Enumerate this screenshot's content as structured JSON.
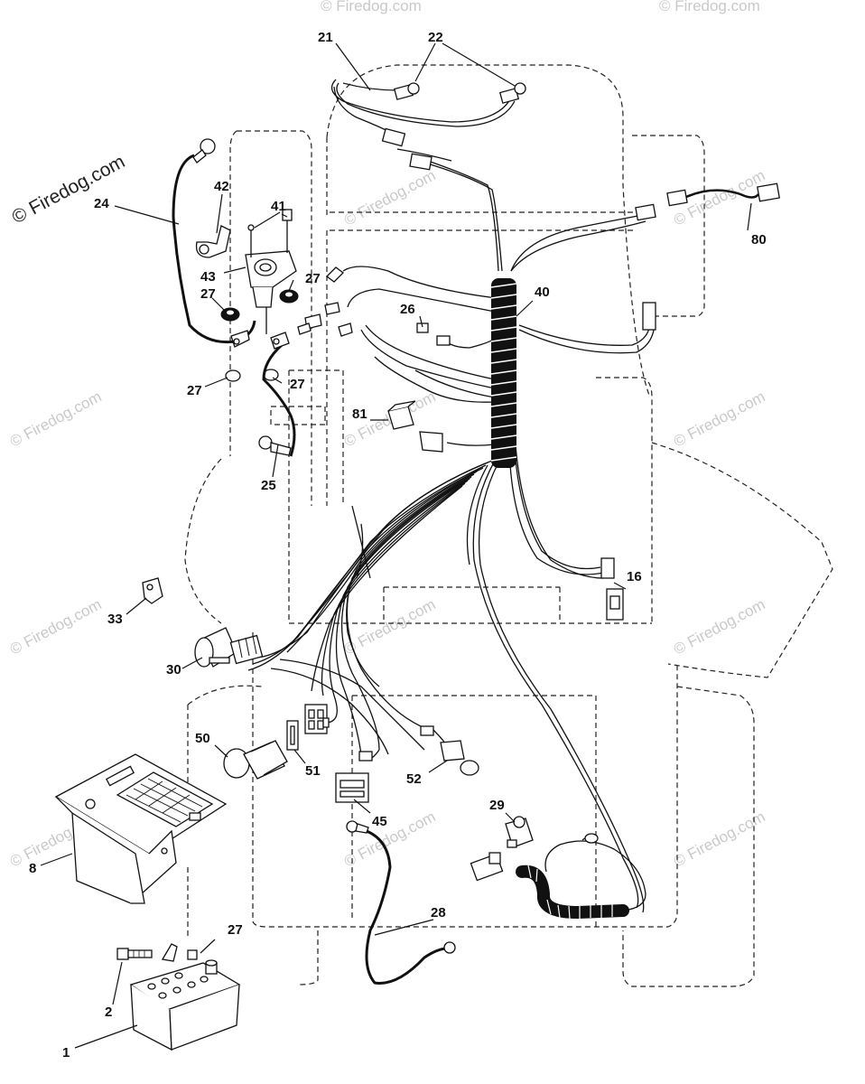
{
  "watermark_main": "© Firedog.com",
  "watermark_repeat": "© Firedog.com",
  "callouts": [
    {
      "id": "c1",
      "text": "1"
    },
    {
      "id": "c2",
      "text": "2"
    },
    {
      "id": "c8",
      "text": "8"
    },
    {
      "id": "c16",
      "text": "16"
    },
    {
      "id": "c21",
      "text": "21"
    },
    {
      "id": "c22",
      "text": "22"
    },
    {
      "id": "c24",
      "text": "24"
    },
    {
      "id": "c25",
      "text": "25"
    },
    {
      "id": "c26",
      "text": "26"
    },
    {
      "id": "c27a",
      "text": "27"
    },
    {
      "id": "c27b",
      "text": "27"
    },
    {
      "id": "c27c",
      "text": "27"
    },
    {
      "id": "c27d",
      "text": "27"
    },
    {
      "id": "c27e",
      "text": "27"
    },
    {
      "id": "c28",
      "text": "28"
    },
    {
      "id": "c29",
      "text": "29"
    },
    {
      "id": "c30",
      "text": "30"
    },
    {
      "id": "c33",
      "text": "33"
    },
    {
      "id": "c40",
      "text": "40"
    },
    {
      "id": "c41",
      "text": "41"
    },
    {
      "id": "c42",
      "text": "42"
    },
    {
      "id": "c43",
      "text": "43"
    },
    {
      "id": "c45",
      "text": "45"
    },
    {
      "id": "c50",
      "text": "50"
    },
    {
      "id": "c51",
      "text": "51"
    },
    {
      "id": "c52",
      "text": "52"
    },
    {
      "id": "c80",
      "text": "80"
    },
    {
      "id": "c81",
      "text": "81"
    }
  ]
}
